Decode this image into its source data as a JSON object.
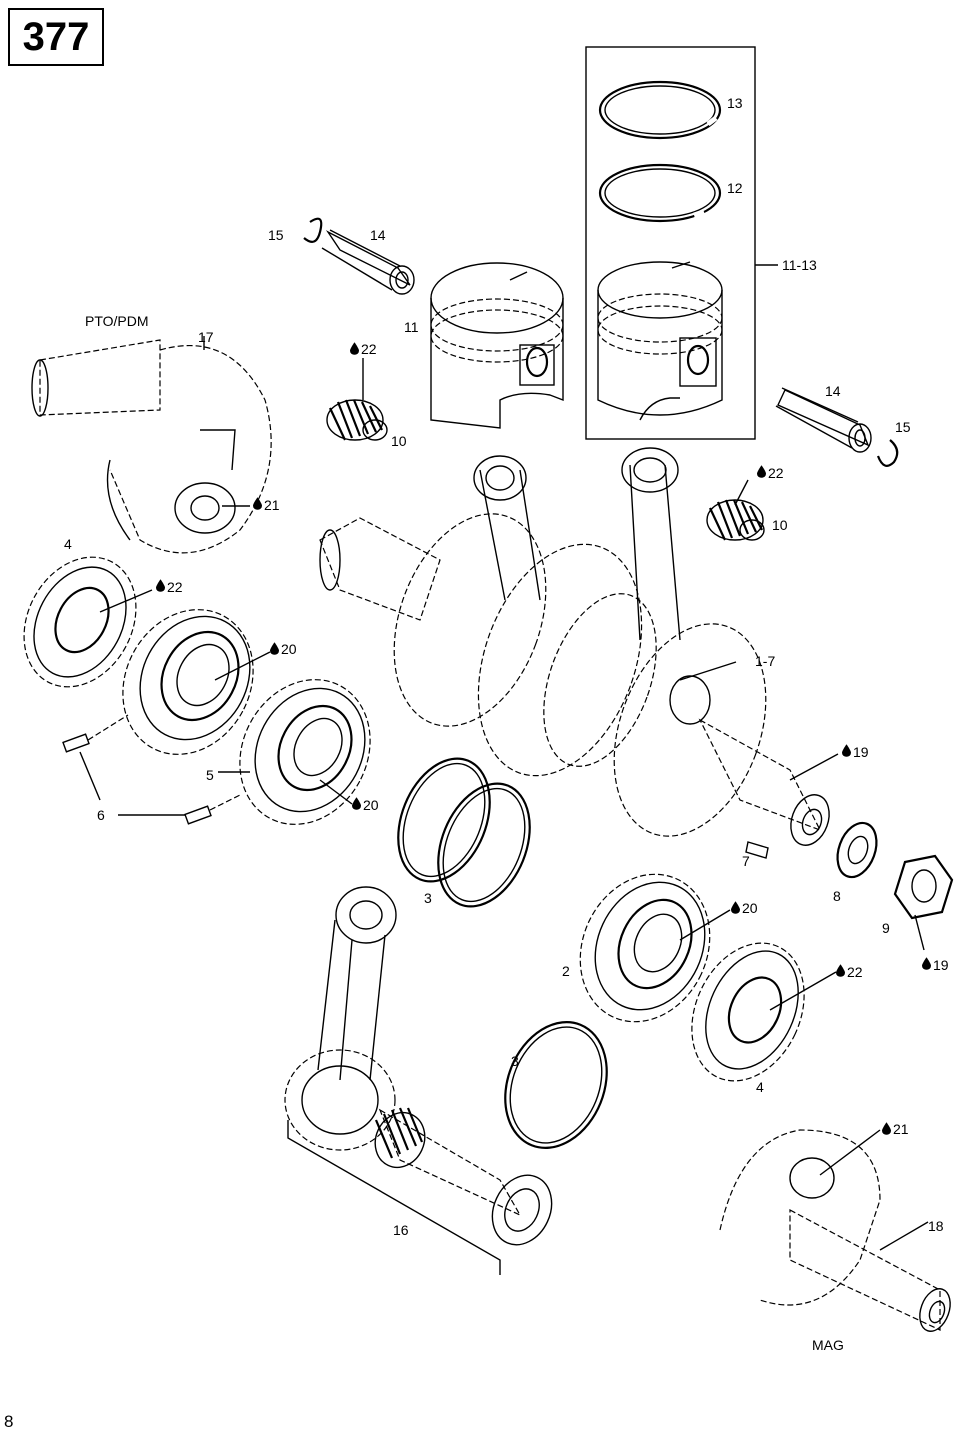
{
  "header": {
    "diagram_number": "377"
  },
  "footer": {
    "page_number": "8"
  },
  "group_labels": {
    "pto": "PTO/PDM",
    "mag": "MAG"
  },
  "callouts": {
    "c13": "13",
    "c12": "12",
    "c11_13": "11-13",
    "c15_top": "15",
    "c14_top": "14",
    "c11": "11",
    "c17": "17",
    "c22_a": "22",
    "c10_a": "10",
    "c14_right": "14",
    "c15_right": "15",
    "c21_a": "21",
    "c22_b": "22",
    "c10_b": "10",
    "c4_a": "4",
    "c22_c": "22",
    "c20_a": "20",
    "c1_7": "1-7",
    "c5": "5",
    "c19_a": "19",
    "c6": "6",
    "c20_b": "20",
    "c7": "7",
    "c8": "8",
    "c3_a": "3",
    "c20_c": "20",
    "c9": "9",
    "c19_b": "19",
    "c2": "2",
    "c22_d": "22",
    "c3_b": "3",
    "c4_b": "4",
    "c21_b": "21",
    "c18": "18",
    "c16": "16"
  },
  "icons": {
    "lubricant": "oil-drop-icon"
  }
}
